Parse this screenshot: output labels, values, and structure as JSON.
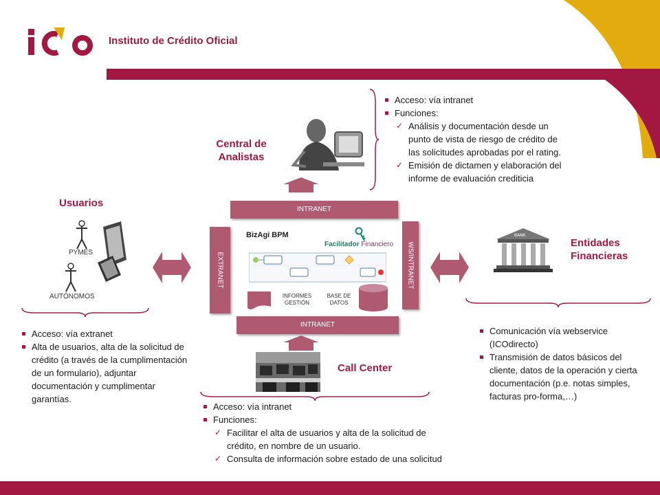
{
  "header": {
    "institution_name": "Instituto de Crédito Oficial"
  },
  "colors": {
    "brand": "#a31842",
    "accent_gold": "#e2ac0f",
    "bar": "#b05a72"
  },
  "central": {
    "title_line1": "Central de",
    "title_line2": "Analistas",
    "bullets": [
      "Acceso: vía intranet",
      "Funciones:"
    ],
    "checks": [
      "Análisis y documentación desde un punto de vista de riesgo de crédito de las solicitudes aprobadas por el rating.",
      "Emisión de dictamen y elaboración del informe de evaluación crediticia"
    ]
  },
  "usuarios": {
    "title": "Usuarios",
    "label_pymes": "PYMES",
    "label_autonomos": "AUTÓNOMOS",
    "bullets": [
      "Acceso: vía extranet",
      "Alta de usuarios, alta de la solicitud de crédito (a través de la cumplimentación de un formulario), adjuntar documentación y cumplimentar garantías."
    ]
  },
  "entidades": {
    "title_line1": "Entidades",
    "title_line2": "Financieras",
    "bank_sign": "BANK",
    "bullets": [
      "Comunicación vía webservice (ICOdirecto)",
      "Transmisión de datos básicos del cliente, datos de la operación y cierta documentación (p.e. notas simples, facturas pro-forma,…)"
    ]
  },
  "callcenter": {
    "title": "Call Center",
    "bullets": [
      "Acceso: vía intranet",
      "Funciones:"
    ],
    "checks": [
      "Facilitar el alta de usuarios y alta de la solicitud de crédito, en nombre de un usuario.",
      "Consulta de información sobre estado de una solicitud"
    ]
  },
  "core": {
    "intranet_top": "INTRANET",
    "intranet_bottom": "INTRANET",
    "extranet": "EXTRANET",
    "ws": "WS/INTRANET",
    "bizagi": "BizAgi BPM",
    "facilitador_1": "Facilitador",
    "facilitador_2": "Financiero",
    "informes_1": "INFORMES",
    "informes_2": "GESTIÓN",
    "bd_1": "BASE DE",
    "bd_2": "DATOS"
  }
}
